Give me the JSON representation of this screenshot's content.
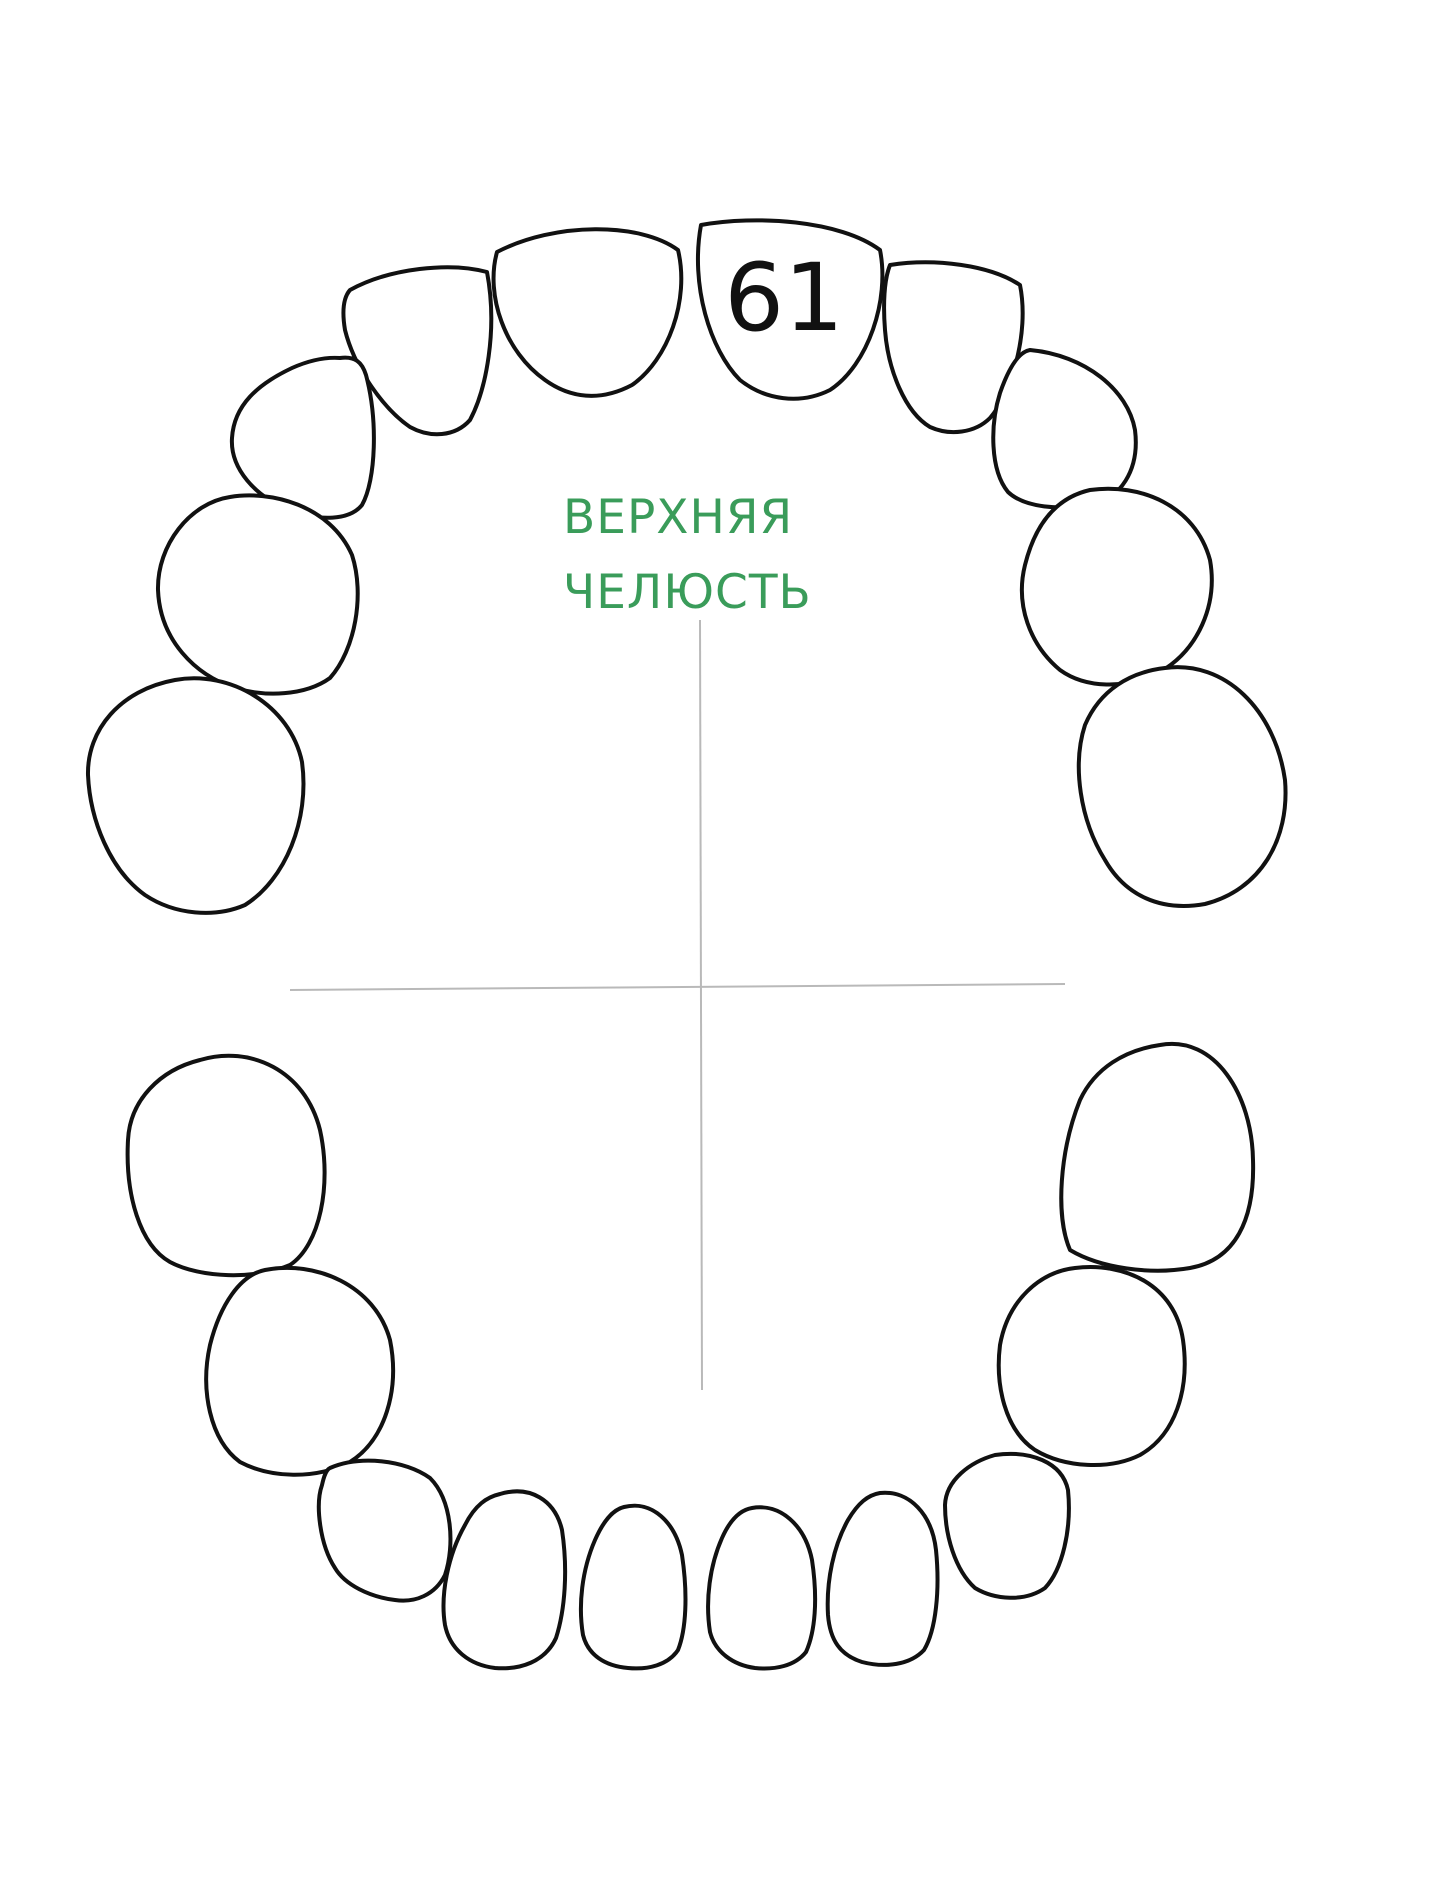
{
  "chart": {
    "label_line_1": "ВЕРХНЯЯ",
    "label_line_2": "ЧЕЛЮСТЬ",
    "tooth_number": "61",
    "label_color": "#3a9c5a",
    "outline_color": "#111111",
    "axis_color": "#b9b9b9"
  },
  "upper_jaw": {
    "tooth_count": 10
  },
  "lower_jaw": {
    "tooth_count": 10
  }
}
